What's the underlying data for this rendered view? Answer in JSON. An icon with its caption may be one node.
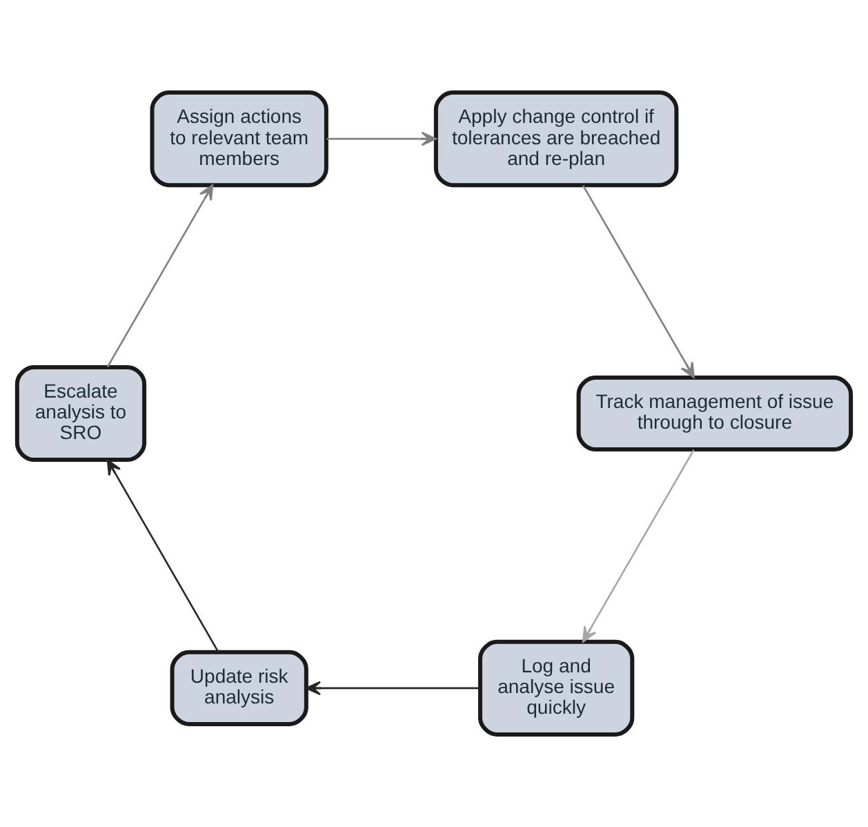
{
  "diagram": {
    "nodes": [
      {
        "text": [
          "Log and analyse issue quickly"
        ]
      },
      {
        "text": [
          "Update risk analysis"
        ]
      },
      {
        "text": [
          "Escalate analysis to SRO"
        ]
      },
      {
        "text": [
          "Assign actions to relevant team members"
        ]
      },
      {
        "text": [
          "Apply change control if tolerances are breached and re-plan"
        ]
      },
      {
        "text": [
          "Track management of issue through to closure"
        ]
      }
    ],
    "edges": [
      {
        "from": 0,
        "to": 1,
        "arrow": "to",
        "color": "#262626"
      },
      {
        "from": 1,
        "to": 2,
        "arrow": "to",
        "color": "#262626"
      },
      {
        "from": 2,
        "to": 3,
        "arrow": "to"
      },
      {
        "from": 3,
        "to": 4,
        "arrow": "to"
      },
      {
        "from": 4,
        "to": 5,
        "arrow": "to"
      },
      {
        "from": 5,
        "to": 0,
        "arrow": "to",
        "color": "#a6a6a6"
      }
    ]
  }
}
